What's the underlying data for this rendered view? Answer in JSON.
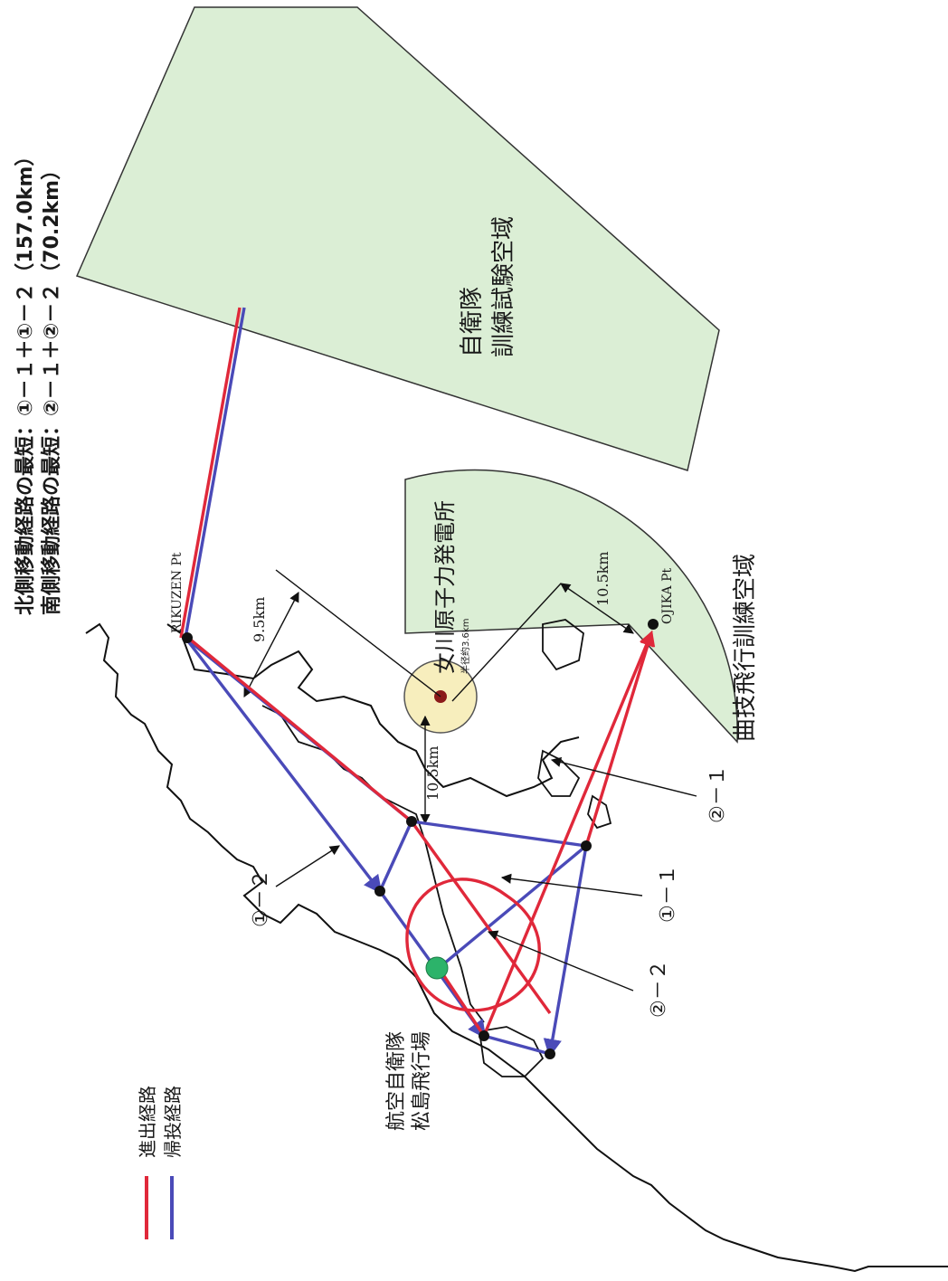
{
  "header": {
    "north_route_note": "北側移動経路の最短：①－１＋①－２（157.0km）",
    "south_route_note": "南側移動経路の最短：②－１＋②－２（70.2km）"
  },
  "airspaces": {
    "sdf_training_test_line1": "自衛隊",
    "sdf_training_test_line2": "訓練試験空域",
    "aerobatic_training": "曲技飛行訓練空域"
  },
  "facilities": {
    "nuclear_plant": "女川原子力発電所",
    "nuclear_plant_sub": "半径約3.6km",
    "airbase_line1": "航空自衛隊",
    "airbase_line2": "松島飛行場"
  },
  "points": {
    "rikuzen": "RIKUZEN Pt",
    "ojika": "OJIKA Pt"
  },
  "distances": {
    "d1": "9.5km",
    "d2": "10.5km",
    "d3": "10.5km"
  },
  "route_labels": {
    "r1_1": "①－１",
    "r1_2": "①－２",
    "r2_1": "②－１",
    "r2_2": "②－２"
  },
  "legend": {
    "outbound": "進出経路",
    "return": "帰投経路"
  },
  "colors": {
    "outbound": "#e0283a",
    "return": "#4a4ab8",
    "airspace_fill": "#dbeed5",
    "plant_circle": "#f7eebd",
    "airbase": "#2cb36a"
  }
}
